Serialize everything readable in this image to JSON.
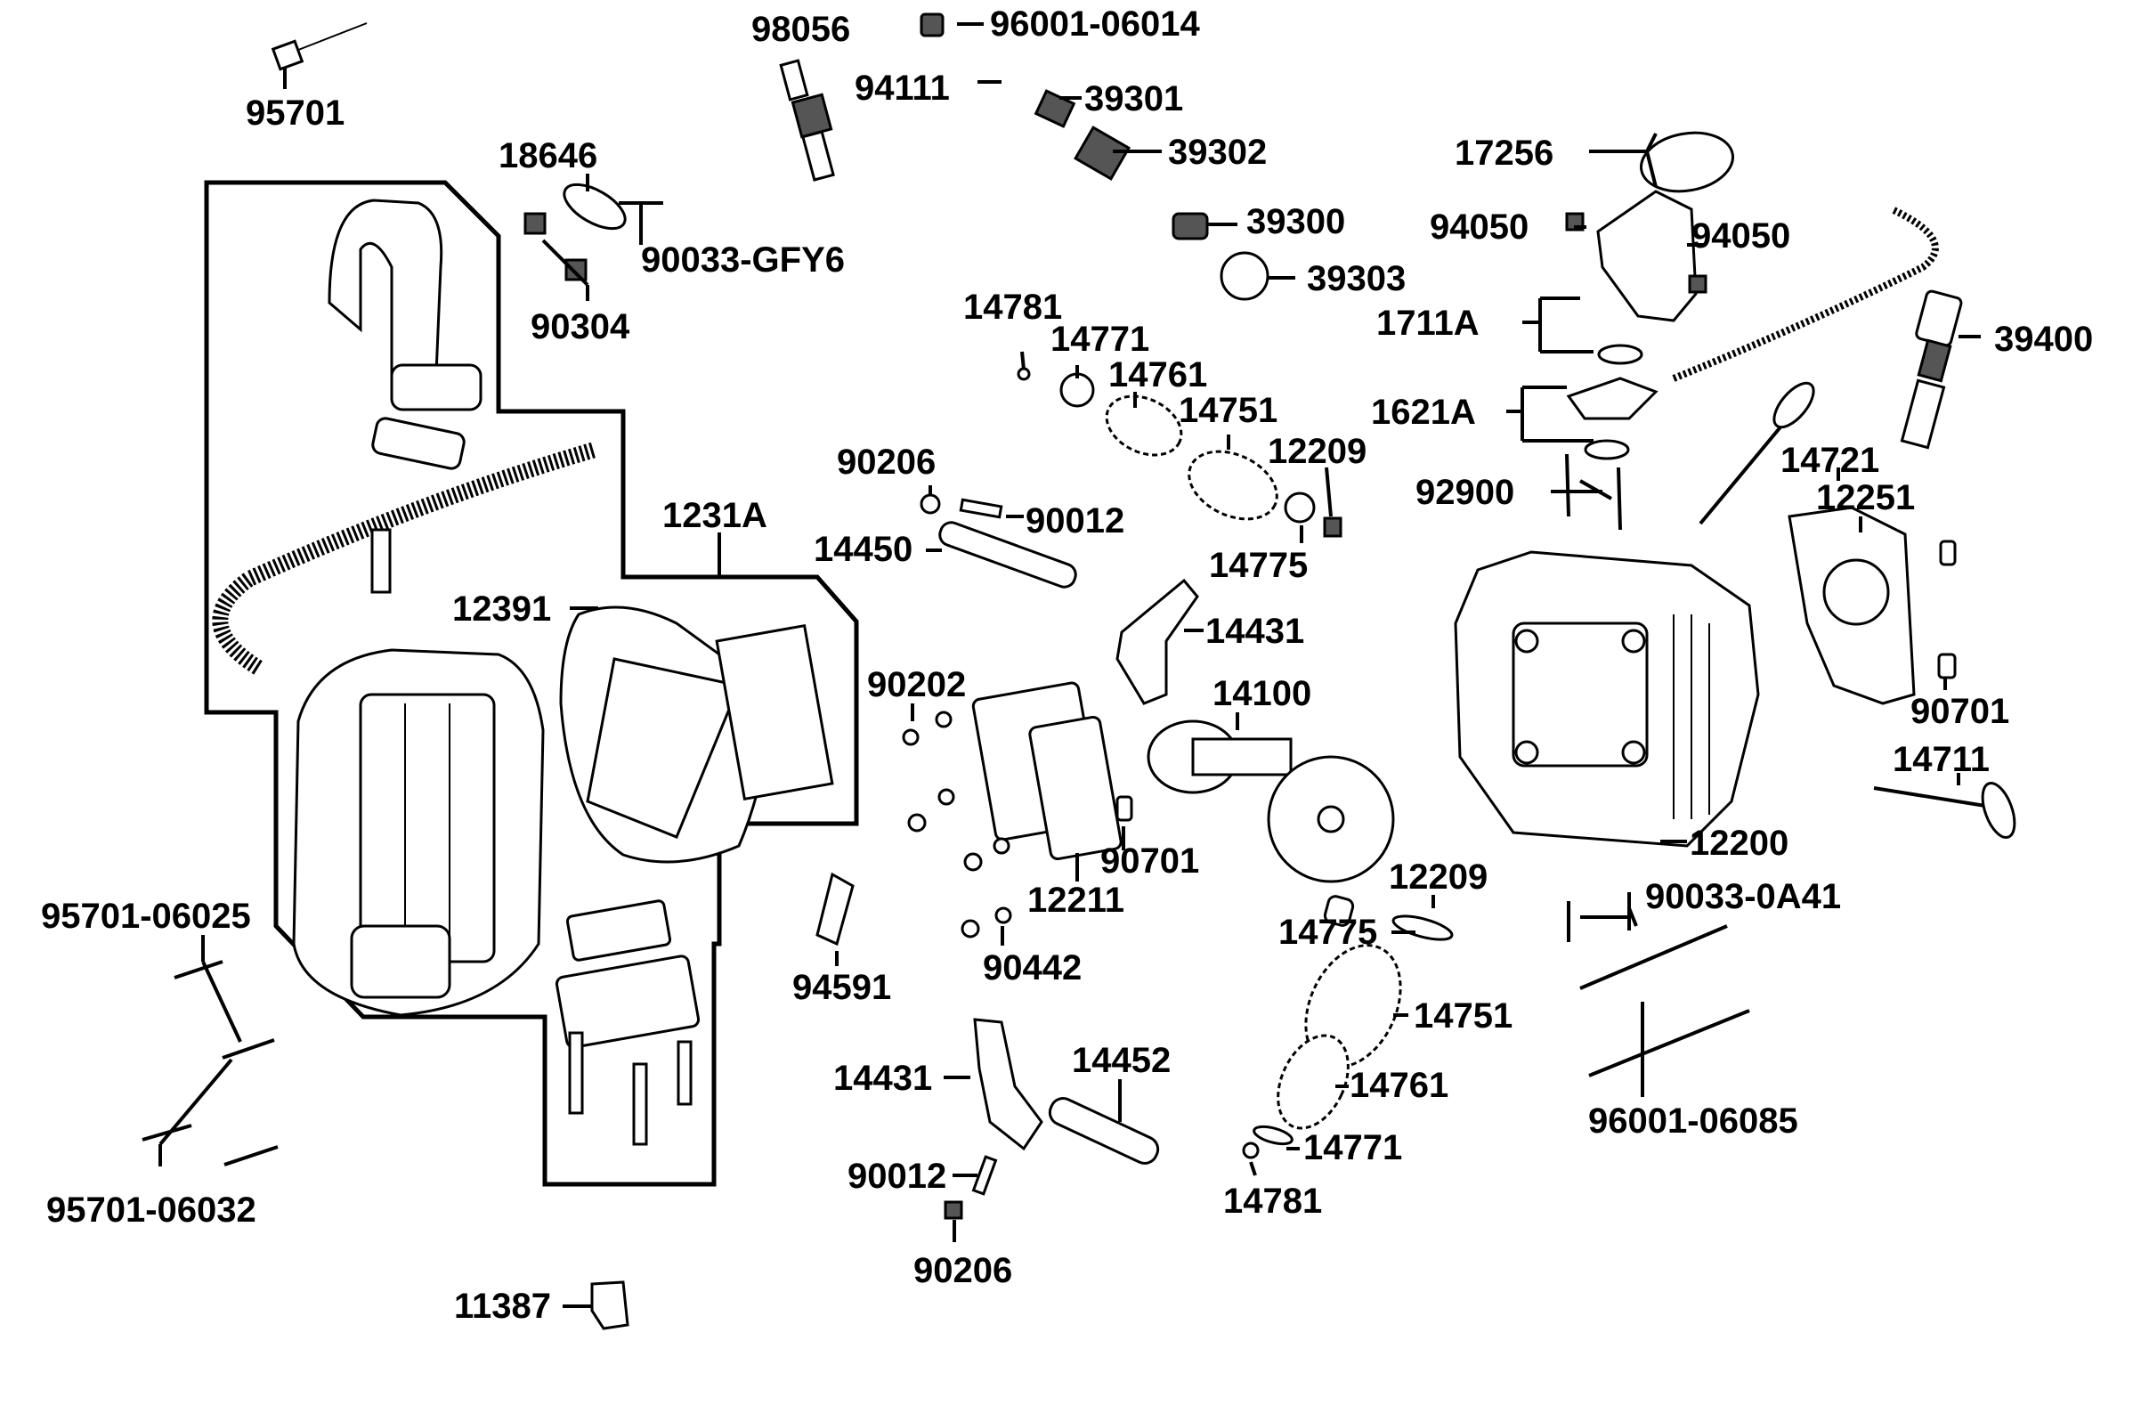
{
  "parts": {
    "p95701": "95701",
    "p98056": "98056",
    "p96001_06014": "96001-06014",
    "p94111": "94111",
    "p39301": "39301",
    "p39302": "39302",
    "p18646": "18646",
    "p90033_GFY6": "90033-GFY6",
    "p90304": "90304",
    "p39300": "39300",
    "p39303": "39303",
    "p17256": "17256",
    "p94050_left": "94050",
    "p94050_right": "94050",
    "p1711A": "1711A",
    "p39400": "39400",
    "p14781_top": "14781",
    "p14771_top": "14771",
    "p14761_top": "14761",
    "p14751_top": "14751",
    "p12209_top": "12209",
    "p1621A": "1621A",
    "p90206_top": "90206",
    "p90012_top": "90012",
    "p14450": "14450",
    "p14775_top": "14775",
    "p92900": "92900",
    "p14721": "14721",
    "p12251": "12251",
    "p1231A": "1231A",
    "p12391": "12391",
    "p14431_top": "14431",
    "p90202": "90202",
    "p14100": "14100",
    "p90701_right": "90701",
    "p14711": "14711",
    "p90701_mid": "90701",
    "p12211": "12211",
    "p12200": "12200",
    "p12209_mid": "12209",
    "p95701_06025": "95701-06025",
    "p14775_mid": "14775",
    "p90033_0A41": "90033-0A41",
    "p94591": "94591",
    "p90442": "90442",
    "p14751_mid": "14751",
    "p14452": "14452",
    "p14431_bot": "14431",
    "p14761_mid": "14761",
    "p96001_06085": "96001-06085",
    "p14771_bot": "14771",
    "p90012_bot": "90012",
    "p95701_06032": "95701-06032",
    "p14781_bot": "14781",
    "p90206_bot": "90206",
    "p11387": "11387"
  },
  "colors": {
    "ink": "#000000",
    "background": "#ffffff"
  }
}
